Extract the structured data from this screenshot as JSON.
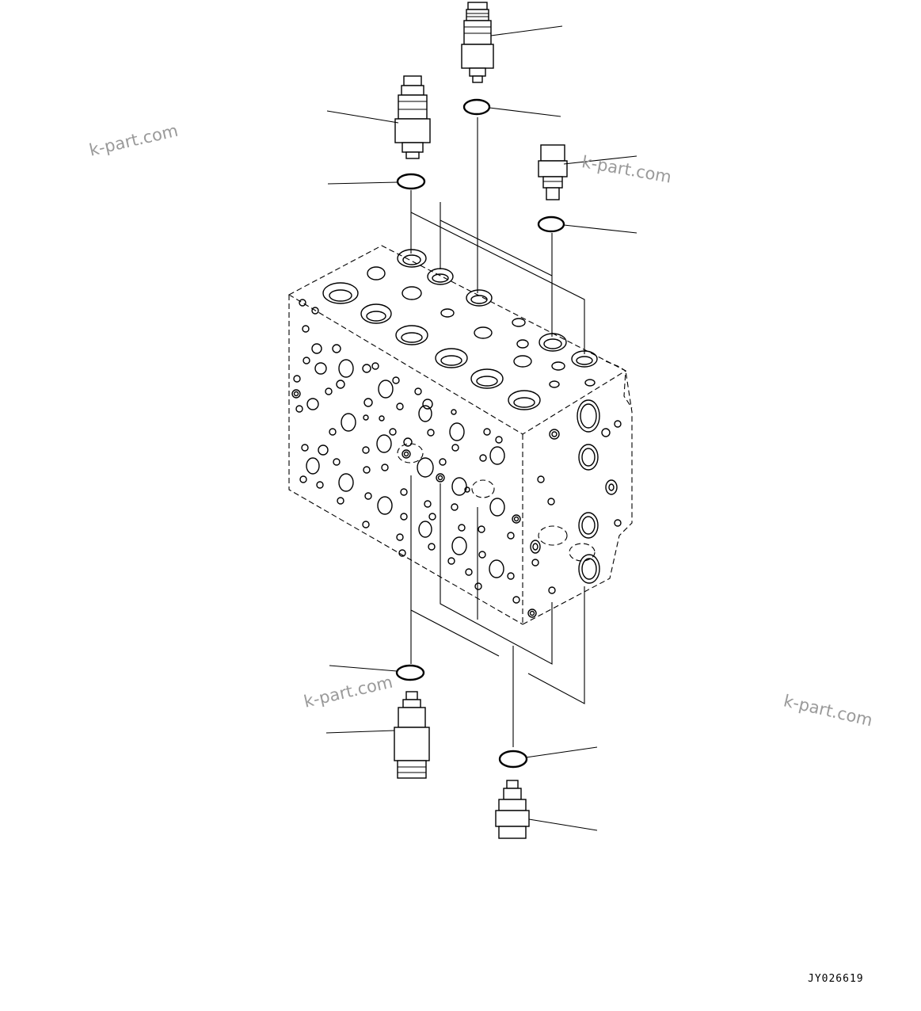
{
  "diagram": {
    "drawing_code": "JY026619",
    "watermarks": [
      "k-part.com",
      "k-part.com",
      "k-part.com",
      "k-part.com"
    ]
  }
}
